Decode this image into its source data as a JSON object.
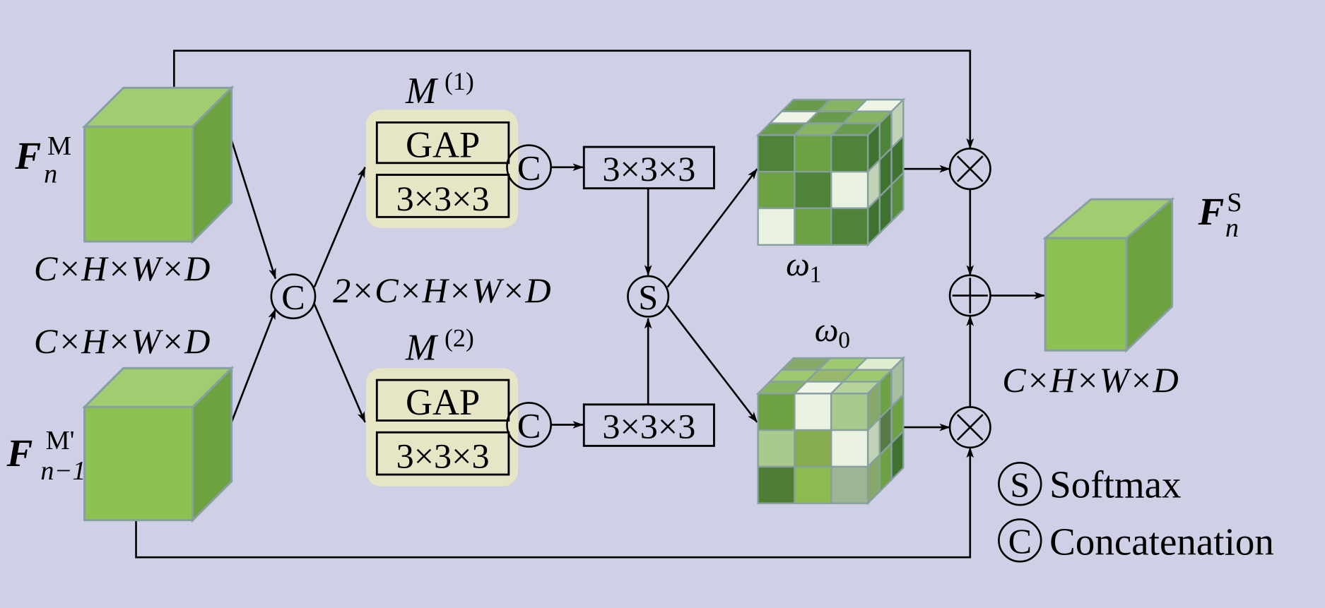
{
  "diagram": {
    "type": "attention-fusion-module",
    "background_color": "#cfcfe6",
    "inputs": {
      "top": {
        "symbol": "F",
        "subscript": "n",
        "superscript": "M",
        "shape_label": "C×H×W×D"
      },
      "bottom": {
        "symbol": "F",
        "subscript": "n−1",
        "superscript": "M'",
        "shape_label": "C×H×W×D"
      }
    },
    "concat_node": {
      "symbol": "C"
    },
    "concat_shape_label": "2×C×H×W×D",
    "branches": [
      {
        "title_base": "M",
        "title_sup": "(1)",
        "gap_label": "GAP",
        "conv_label": "3×3×3",
        "concat_symbol": "C",
        "post_conv_label": "3×3×3"
      },
      {
        "title_base": "M",
        "title_sup": "(2)",
        "gap_label": "GAP",
        "conv_label": "3×3×3",
        "concat_symbol": "C",
        "post_conv_label": "3×3×3"
      }
    ],
    "softmax_node": {
      "symbol": "S"
    },
    "weights": [
      {
        "label_base": "ω",
        "label_sub": "1"
      },
      {
        "label_base": "ω",
        "label_sub": "0"
      }
    ],
    "ops": {
      "multiply_symbol": "⊗",
      "add_symbol": "⊕"
    },
    "output": {
      "symbol": "F",
      "subscript": "n",
      "superscript": "S",
      "shape_label": "C×H×W×D"
    },
    "legend": [
      {
        "symbol": "S",
        "label": "Softmax"
      },
      {
        "symbol": "C",
        "label": "Concatenation"
      }
    ],
    "colors": {
      "cube_front": "#8dc252",
      "cube_top": "#a1cc70",
      "cube_side": "#6ea13f",
      "cube_edge": "#869fa0",
      "m_block_fill": "#e6e6c6"
    }
  }
}
